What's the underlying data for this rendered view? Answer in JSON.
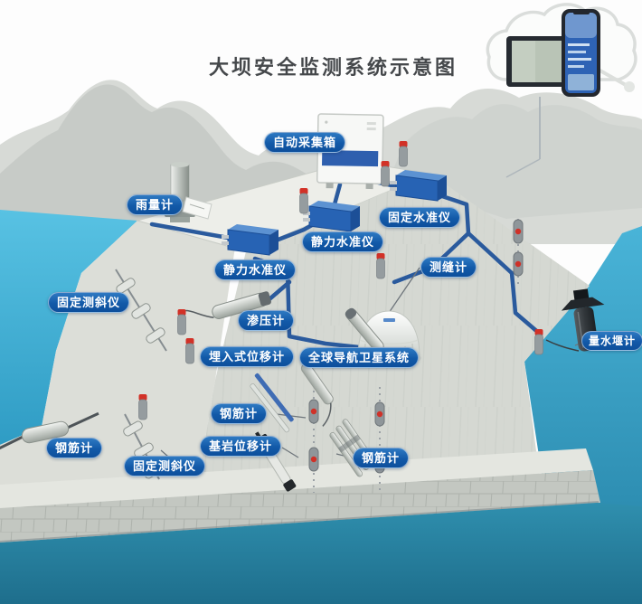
{
  "title": "大坝安全监测系统示意图",
  "labels": [
    {
      "id": "auto-collection-box",
      "text": "自动采集箱"
    },
    {
      "id": "rain-gauge",
      "text": "雨量计"
    },
    {
      "id": "fixed-level",
      "text": "固定水准仪"
    },
    {
      "id": "static-level-upper",
      "text": "静力水准仪"
    },
    {
      "id": "static-level-lower",
      "text": "静力水准仪"
    },
    {
      "id": "joint-meter",
      "text": "测缝计"
    },
    {
      "id": "fixed-inclinometer-left",
      "text": "固定测斜仪"
    },
    {
      "id": "piezometer",
      "text": "渗压计"
    },
    {
      "id": "embedded-displacement-meter",
      "text": "埋入式位移计"
    },
    {
      "id": "gnss",
      "text": "全球导航卫星系统"
    },
    {
      "id": "weir-gauge",
      "text": "量水堰计"
    },
    {
      "id": "rebar-meter-middle",
      "text": "钢筋计"
    },
    {
      "id": "bedrock-displacement-meter",
      "text": "基岩位移计"
    },
    {
      "id": "rebar-meter-right",
      "text": "钢筋计"
    },
    {
      "id": "rebar-meter-left",
      "text": "钢筋计"
    },
    {
      "id": "fixed-inclinometer-bottom",
      "text": "固定测斜仪"
    }
  ],
  "icons": [
    "cloud-icon",
    "monitor-icon",
    "smartphone-icon",
    "auto-collection-box-device",
    "rain-gauge-device",
    "level-gauge-box",
    "gnss-antenna",
    "piezometer-probe",
    "joint-meter-probe",
    "displacement-rod",
    "rebar-rod",
    "inclinometer-chain",
    "weir-gauge-sensor",
    "marker-post",
    "capsule-sensor"
  ],
  "colors": {
    "label_blue": "#1259a8",
    "cable_blue": "#2a5a9d",
    "water_cyan": "#3fb0d8",
    "water_deep": "#1e6e8c",
    "concrete": "#d5d8d2",
    "mountain_gray": "#c5c9c5",
    "title_gray": "#45484b",
    "marker_red": "#d23127"
  }
}
